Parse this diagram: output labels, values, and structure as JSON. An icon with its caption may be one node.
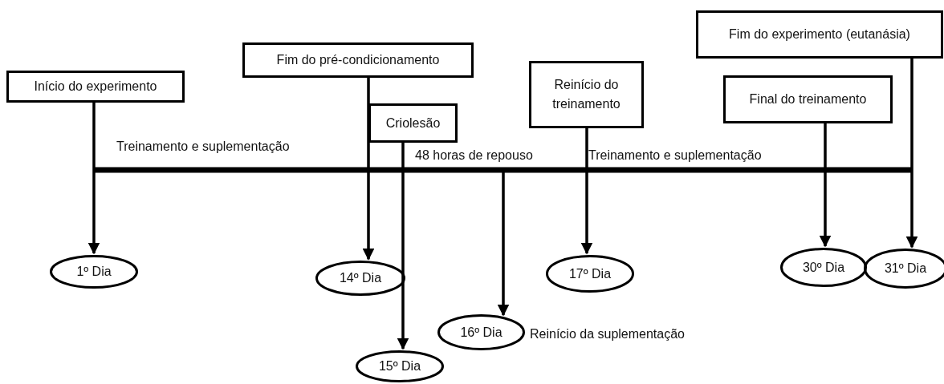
{
  "diagram": {
    "nodes": [
      {
        "text": [
          "Início do experimento"
        ]
      },
      {
        "text": [
          "Fim do pré-condicionamento"
        ]
      },
      {
        "text": [
          "Criolesão"
        ]
      },
      {
        "text": [
          "Reinício do treinamento"
        ]
      },
      {
        "text": [
          "Final do treinamento"
        ]
      },
      {
        "text": [
          "Fim do experimento (eutanásia)"
        ]
      },
      {
        "text": [
          "1º Dia"
        ]
      },
      {
        "text": [
          "14º Dia"
        ]
      },
      {
        "text": [
          "15º Dia"
        ]
      },
      {
        "text": [
          "16º Dia"
        ],
        "beside": [
          "Reinício da suplementação"
        ]
      },
      {
        "text": [
          "17º Dia"
        ]
      },
      {
        "text": [
          "30º Dia"
        ]
      },
      {
        "text": [
          "31º Dia"
        ]
      }
    ],
    "edges": [
      {
        "from": 0,
        "to": 6,
        "arrow": "to"
      },
      {
        "from": 1,
        "to": 7,
        "arrow": "to"
      },
      {
        "from": 2,
        "to": 8,
        "arrow": "to"
      },
      {
        "from": null,
        "to": 9,
        "arrow": "to"
      },
      {
        "from": 3,
        "to": 10,
        "arrow": "to"
      },
      {
        "from": 4,
        "to": 11,
        "arrow": "to"
      },
      {
        "from": 5,
        "to": 12,
        "arrow": "to"
      }
    ],
    "labels": [
      "Treinamento e suplementação",
      "48 horas de repouso",
      "Treinamento e suplementação"
    ]
  }
}
